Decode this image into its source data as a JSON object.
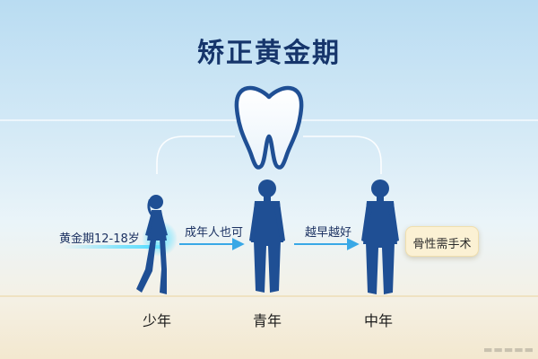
{
  "title": "矫正黄金期",
  "tooth_icon": "tooth-icon",
  "labels": {
    "golden_period": "黄金期12-18岁",
    "adult_possible": "成年人也可",
    "earlier_better": "越早越好",
    "surgery_needed": "骨性需手术"
  },
  "stages": [
    {
      "label": "少年"
    },
    {
      "label": "青年"
    },
    {
      "label": "中年"
    }
  ],
  "watermark": "▬▬▬▬▬",
  "colors": {
    "figure": "#1f4f94",
    "arrow": "#39a8e6",
    "glow": "#52dcff",
    "title": "#16356b",
    "badge_bg": "#fbf1d4"
  }
}
